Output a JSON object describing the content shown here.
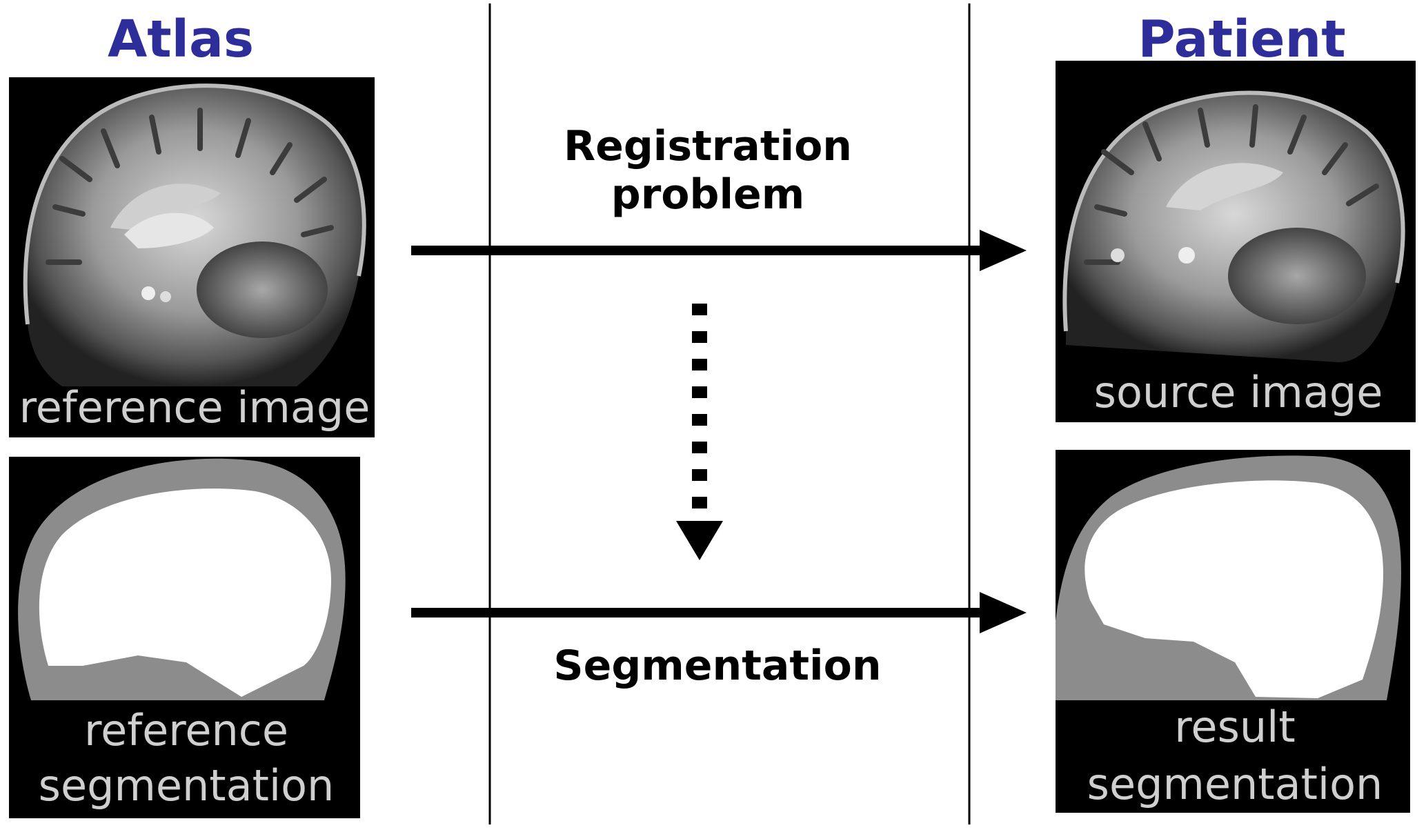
{
  "left_title": "Atlas",
  "right_title": "Patient",
  "registration_label": [
    "Registration",
    "problem"
  ],
  "segmentation_label": "Segmentation",
  "images": {
    "reference_image": {
      "caption": [
        "reference image"
      ]
    },
    "reference_segmentation": {
      "caption": [
        "reference",
        "segmentation"
      ]
    },
    "source_image": {
      "caption": [
        "source image"
      ]
    },
    "result_segmentation": {
      "caption": [
        "result",
        "segmentation"
      ]
    }
  },
  "colors": {
    "title": "#2e2e9a",
    "panel_background": "#000000",
    "mask_outer": "#8c8c8c",
    "mask_inner": "#ffffff"
  }
}
